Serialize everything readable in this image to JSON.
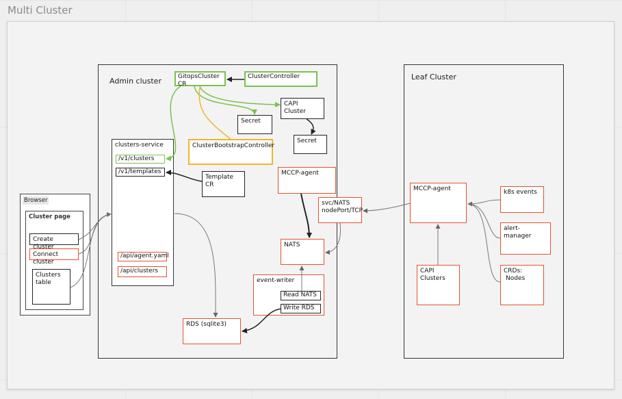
{
  "board": {
    "title": "Multi Cluster"
  },
  "containers": {
    "admin": "Admin cluster",
    "leaf": "Leaf Cluster",
    "browser": "Browser",
    "cluster_page": "Cluster page",
    "clusters_service": "clusters-service"
  },
  "nodes": {
    "gitops_cluster_cr": "GitopsCluster CR",
    "cluster_controller": "ClusterController",
    "capi_cluster": "CAPI Cluster",
    "secret_1": "Secret",
    "secret_2": "Secret",
    "bootstrap_controller": "ClusterBootstrapController",
    "v1_clusters": "/v1/clusters",
    "v1_templates": "/v1/templates",
    "template_cr": "Template CR",
    "mccp_agent_admin": "MCCP-agent",
    "svc_nats_line1": "svc/NATS",
    "svc_nats_line2": "nodePort/TCP",
    "nats": "NATS",
    "event_writer": "event-writer",
    "read_nats": "Read NATS",
    "write_rds": "Write RDS",
    "rds": "RDS (sqlite3)",
    "api_agent": "/api/agent.yaml",
    "api_clusters": "/api/clusters",
    "create_cluster": "Create cluster",
    "connect_cluster": "Connect cluster",
    "clusters_table_line1": "Clusters",
    "clusters_table_line2": "table",
    "mccp_agent_leaf": "MCCP-agent",
    "k8s_events": "k8s events",
    "alert_manager": "alert-manager",
    "crds_line1": "CRDs:",
    "crds_line2": "Nodes",
    "capi_clusters": "CAPI Clusters"
  },
  "colors": {
    "red": "#e8502e",
    "green": "#79c24c",
    "yellow": "#f0b62a",
    "dark": "#222222",
    "gray_edge": "#777777"
  }
}
